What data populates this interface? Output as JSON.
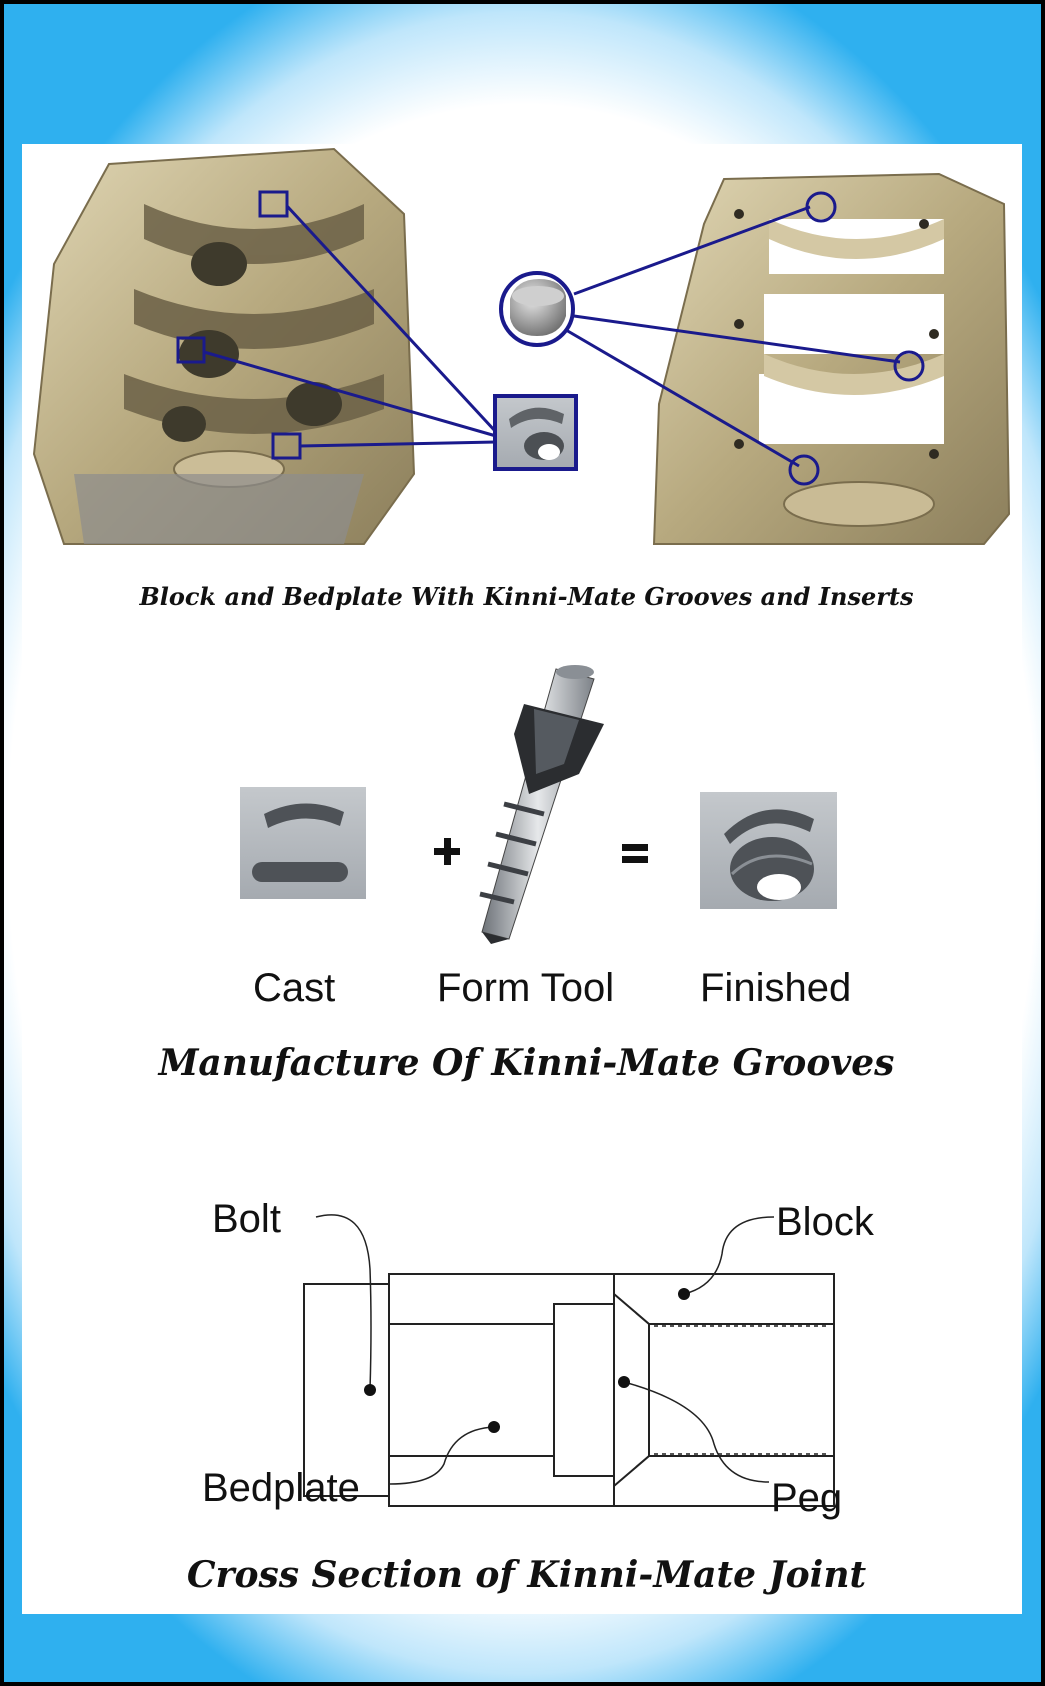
{
  "section1": {
    "caption": "Block and Bedplate With Kinni-Mate Grooves and Inserts"
  },
  "section2": {
    "labels": {
      "cast": "Cast",
      "form_tool": "Form Tool",
      "finished": "Finished"
    },
    "operators": {
      "plus": "+",
      "equals": "="
    },
    "caption": "Manufacture Of Kinni-Mate Grooves"
  },
  "section3": {
    "labels": {
      "bolt": "Bolt",
      "block": "Block",
      "bedplate": "Bedplate",
      "peg": "Peg"
    },
    "caption": "Cross Section of Kinni-Mate Joint"
  },
  "colors": {
    "callout": "#1a1a8c",
    "metal": "#b9ab86",
    "frame_edge": "#2fb0ef"
  }
}
